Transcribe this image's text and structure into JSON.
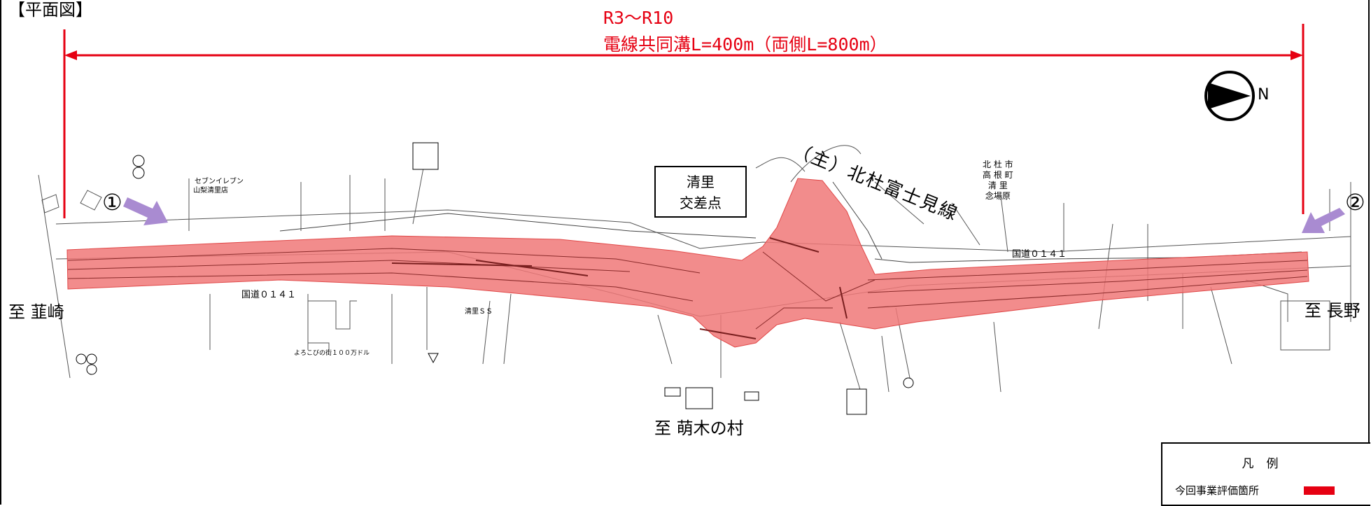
{
  "header": {
    "title": "【平面図】",
    "period": "R3～R10",
    "length": "電線共同溝L=400m（両側L=800m）"
  },
  "labels": {
    "route": "（主）北杜富士見線",
    "intersection_line1": "清里",
    "intersection_line2": "交差点",
    "to_nirasaki": "至 韮崎",
    "to_nagano": "至 長野",
    "to_moeginomura": "至 萌木の村",
    "national_route_1": "国道０１４１",
    "national_route_2": "国道０１４１",
    "seven_eleven_1": "セブンイレブン",
    "seven_eleven_2": "山梨清里店",
    "gas_station": "清里ＳＳ",
    "shop": "よろこびの街１００万ドル",
    "city_1": "北 杜 市",
    "city_2": "高 根 町",
    "city_3": "清 里",
    "city_4": "念場原",
    "marker_1": "①",
    "marker_2": "②",
    "north": "N"
  },
  "legend": {
    "title": "凡例",
    "item": "今回事業評価箇所",
    "color": "#e60012"
  },
  "colors": {
    "accent_red": "#e60012",
    "project_fill": "#f07878",
    "arrow_purple": "#a98bd1"
  }
}
